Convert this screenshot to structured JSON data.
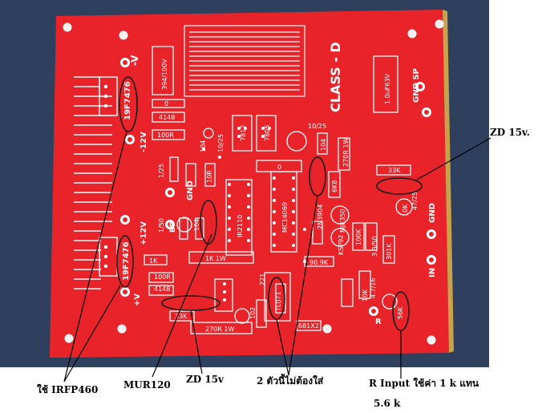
{
  "board": {
    "title": "CLASS - D",
    "labels": {
      "neg_v": "-V",
      "neg_12v": "-12V",
      "pos_12v": "+12V",
      "pos_v": "+V",
      "gnd_left": "GND",
      "gnd_sp": "GND SP",
      "gnd_right": "GND",
      "in": "IN",
      "r": "R",
      "bp": "BP"
    },
    "parts": {
      "irf_top": "19F7476",
      "irf_bottom": "19F7476",
      "cap_394": "394/100V",
      "cap_1u": "1.0uF63V",
      "ic_ir2110": "IR2110",
      "ic_mc14069": "MC14069",
      "ic_tl071": "TL071",
      "reg_7812": "7812",
      "reg_7805": "7805",
      "mje350": "MJE350",
      "ksp92": "KSP92",
      "t2n3904": "2N3904",
      "r_0_a": "0",
      "r_0_b": "0",
      "d_4148_a": "4148",
      "d_4148_b": "4148",
      "r_100r_a": "100R",
      "r_100r_b": "100R",
      "c_104_a": "104",
      "c_104_b": "104",
      "c_104_c": "104",
      "c_10_25_a": "10/25",
      "c_10_25_b": "10/25",
      "c_1_25": "1/25",
      "c_1_50": "1/50",
      "r_10r": "10R",
      "r_1k_1w": "1K 1W",
      "r_1k": "1K",
      "r_270r_1w": "270R 1W",
      "r_270r_1w_b": "270R 1W",
      "r_33k_a": "33K",
      "r_33k_b": "33K",
      "r_6k8": "6K8",
      "r_10k_a": "10K",
      "r_10k_b": "10K",
      "r_100k": "100K",
      "r_301k": "301K",
      "c_3_3_50": "3.3/50",
      "c_47_25": "47/25",
      "c_47_16": "4.7/16",
      "r_56k": "56K",
      "c_681x2": "681X2",
      "r_90_9k": "90.9K",
      "c_221": "221",
      "c_102": "102"
    }
  },
  "annotations": {
    "zd_right": "ZD 15v.",
    "irfp": "ใช้ IRFP460",
    "mur": "MUR120",
    "zd_bottom": "ZD 15v",
    "not_needed": "2 ตัวนี้ไม่ต้องใส่",
    "r_input": "R Input ใช้ค่า 1 k แทน",
    "r_input_2": "5.6 k"
  },
  "colors": {
    "pcb": "#e8242a",
    "silk": "#ffffff",
    "background": "#2f3f5e",
    "ellipse": "#1a1a1a"
  }
}
